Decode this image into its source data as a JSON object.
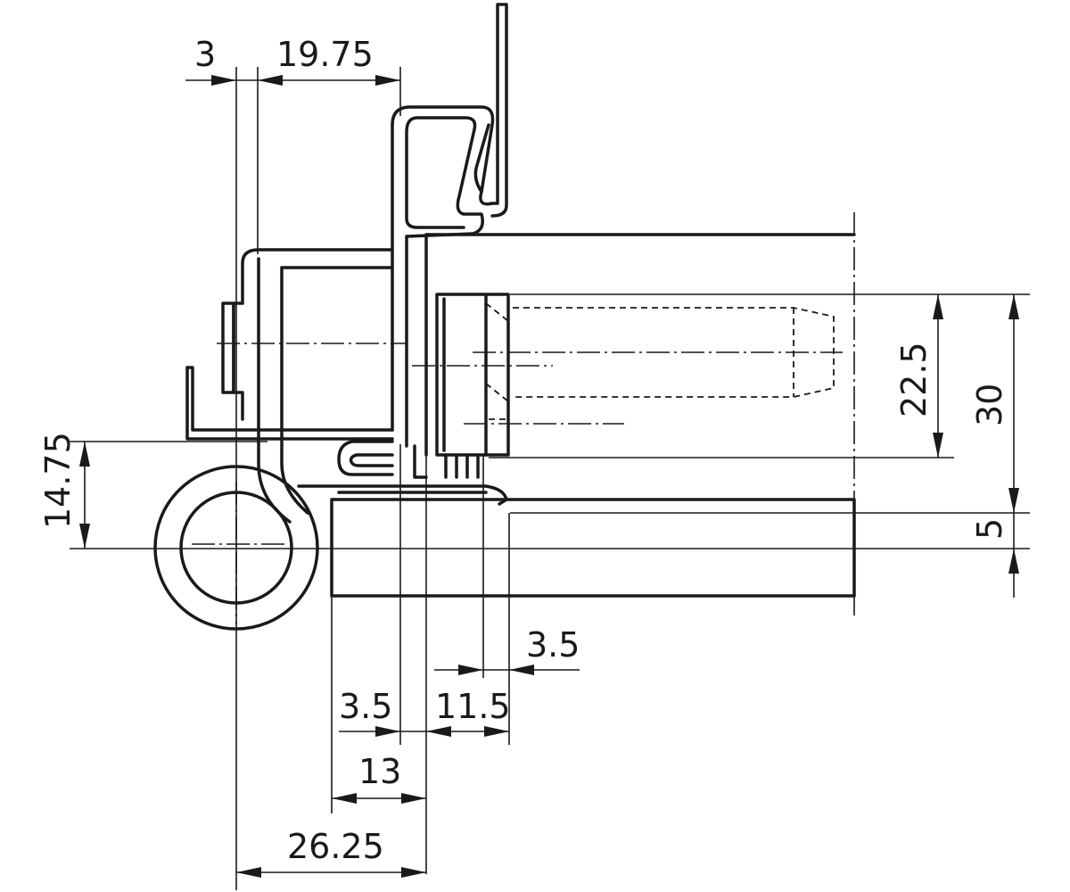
{
  "dimensions": {
    "top_left_offset": "3",
    "top_width": "19.75",
    "side_height_left": "14.75",
    "right_inner_height": "22.5",
    "right_total_height": "30",
    "right_bottom_height": "5",
    "bottom_small_upper": "3.5",
    "bottom_left_offset": "3.5",
    "bottom_mid_width": "11.5",
    "bottom_width_13": "13",
    "bottom_total_width": "26.25"
  }
}
